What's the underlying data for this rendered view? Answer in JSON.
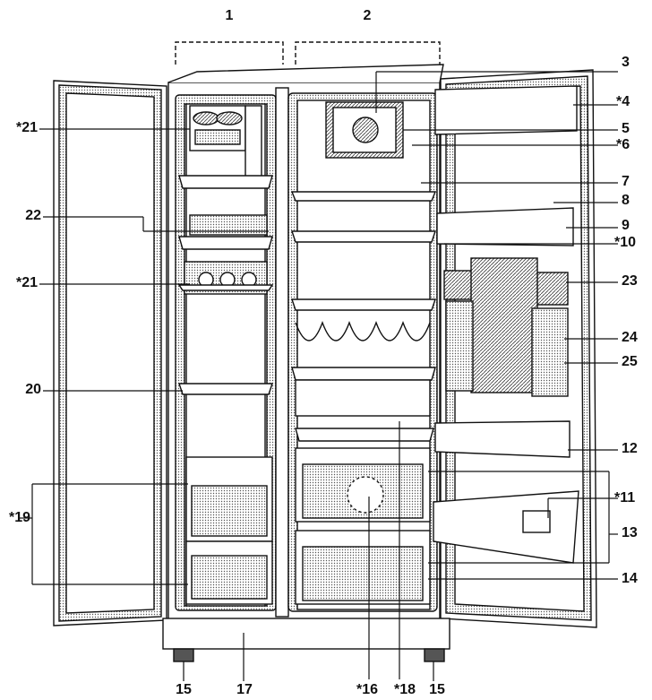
{
  "figure": {
    "labels": {
      "l1": "1",
      "l2": "2",
      "l3": "3",
      "l4": "*4",
      "l5": "5",
      "l6": "*6",
      "l7": "7",
      "l8": "8",
      "l9": "9",
      "l10": "*10",
      "l11": "*11",
      "l12": "12",
      "l13": "13",
      "l14": "14",
      "l15a": "15",
      "l15b": "15",
      "l16": "*16",
      "l17": "17",
      "l18": "*18",
      "l19": "*19",
      "l20": "20",
      "l21a": "*21",
      "l21b": "*21",
      "l22": "22",
      "l23": "23",
      "l24": "24",
      "l25": "25"
    }
  }
}
